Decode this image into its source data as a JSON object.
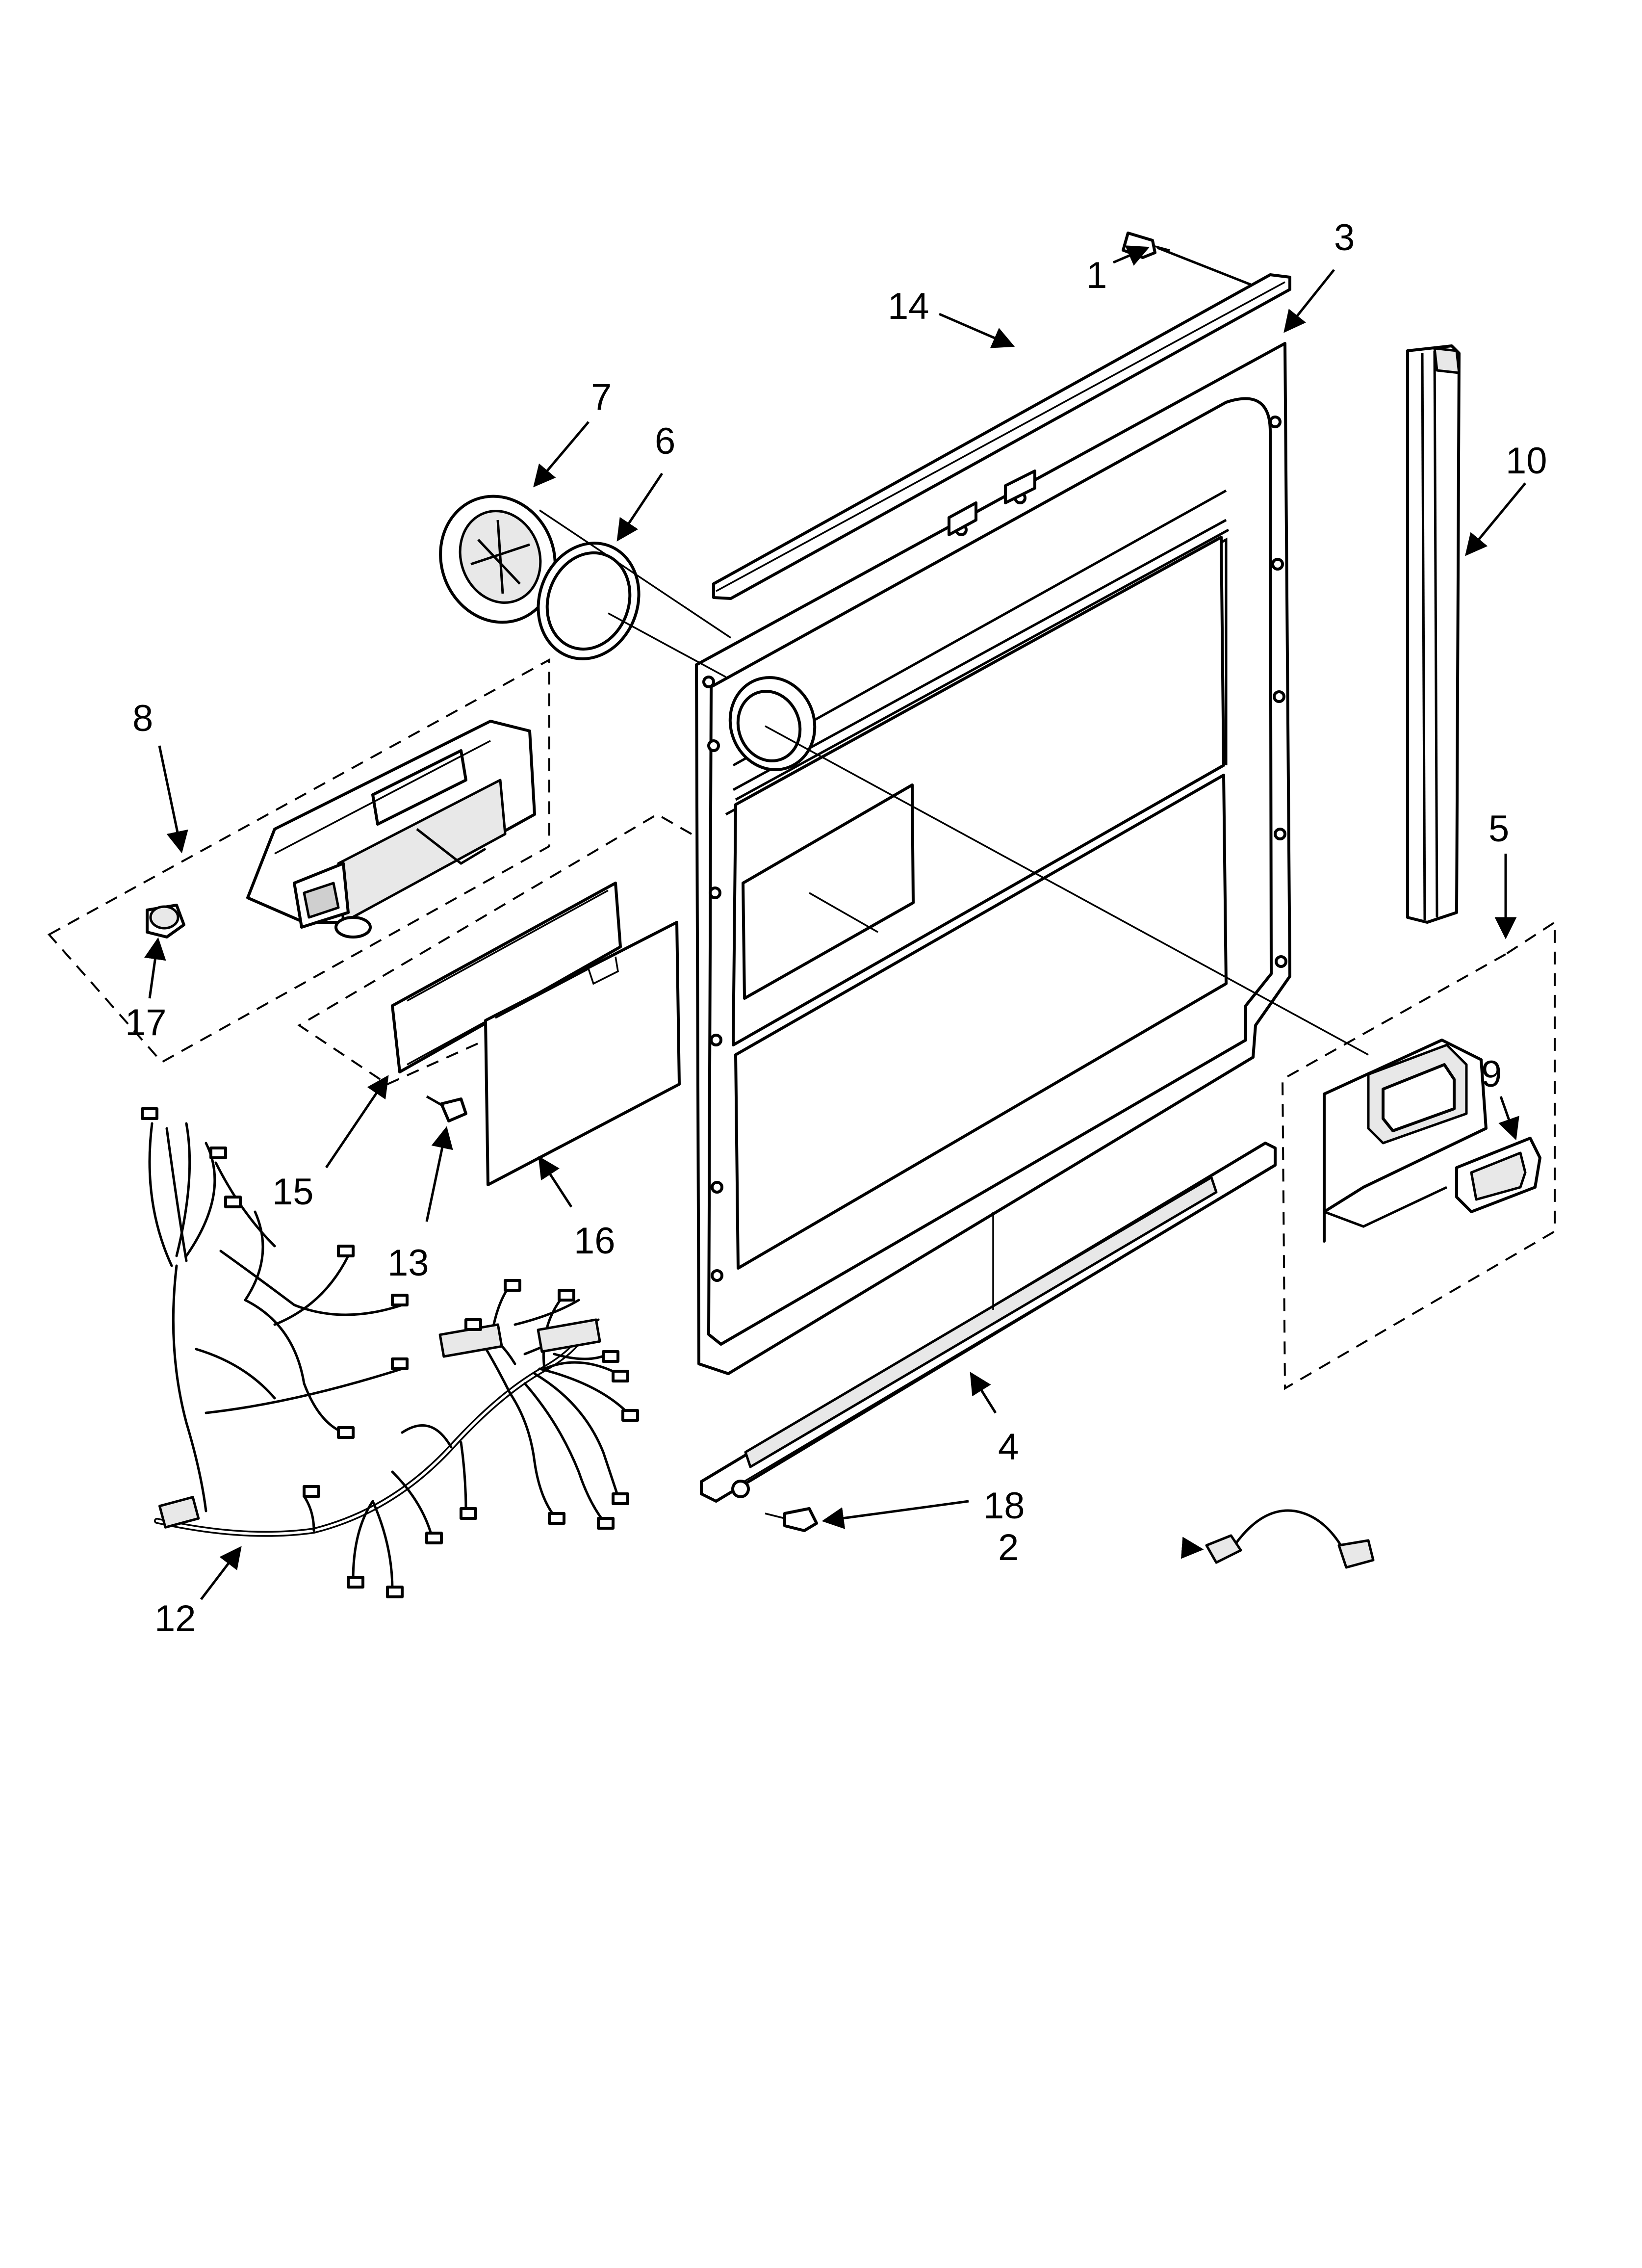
{
  "callouts": [
    {
      "id": "1",
      "text": "1"
    },
    {
      "id": "2",
      "text": "2"
    },
    {
      "id": "3",
      "text": "3"
    },
    {
      "id": "4",
      "text": "4"
    },
    {
      "id": "5",
      "text": "5"
    },
    {
      "id": "6",
      "text": "6"
    },
    {
      "id": "7",
      "text": "7"
    },
    {
      "id": "8",
      "text": "8"
    },
    {
      "id": "9",
      "text": "9"
    },
    {
      "id": "10",
      "text": "10"
    },
    {
      "id": "12",
      "text": "12"
    },
    {
      "id": "13",
      "text": "13"
    },
    {
      "id": "14",
      "text": "14"
    },
    {
      "id": "15",
      "text": "15"
    },
    {
      "id": "16",
      "text": "16"
    },
    {
      "id": "17",
      "text": "17"
    },
    {
      "id": "18",
      "text": "18"
    }
  ]
}
